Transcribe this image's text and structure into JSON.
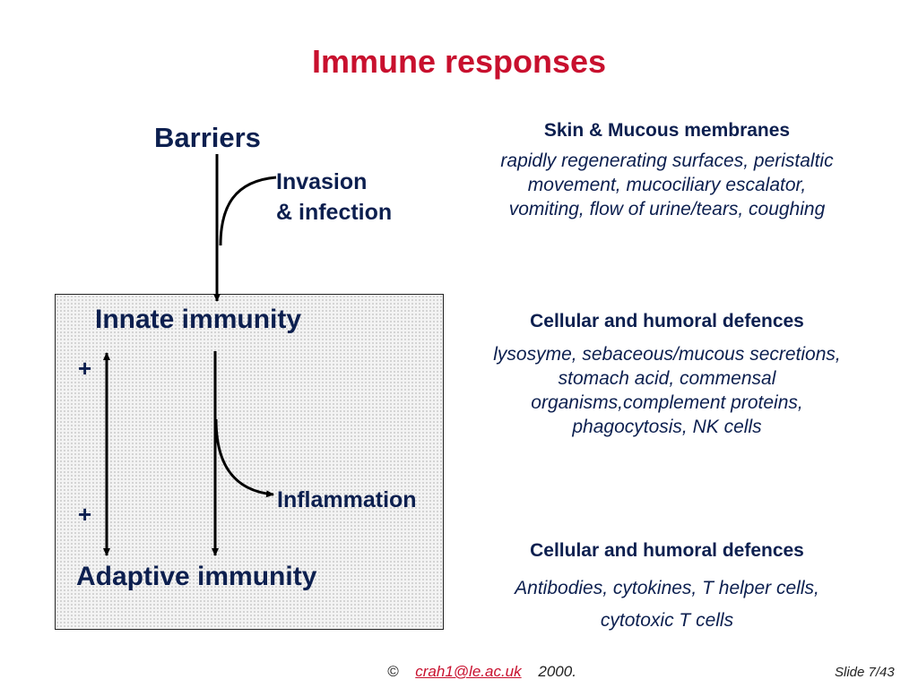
{
  "title": "Immune responses",
  "diagram": {
    "barriers": "Barriers",
    "invasion_line1": "Invasion",
    "invasion_line2": "& infection",
    "innate": "Innate immunity",
    "plus_top": "+",
    "plus_bottom": "+",
    "inflammation": "Inflammation",
    "adaptive": "Adaptive immunity"
  },
  "panels": [
    {
      "heading": "Skin & Mucous membranes",
      "lines": [
        "rapidly regenerating surfaces, peristaltic",
        "movement, mucociliary escalator,",
        "vomiting, flow of urine/tears, coughing"
      ]
    },
    {
      "heading": "Cellular and humoral defences",
      "lines": [
        "lysosyme, sebaceous/mucous secretions,",
        "stomach acid, commensal",
        "organisms,complement proteins,",
        "phagocytosis, NK cells"
      ]
    },
    {
      "heading": "Cellular and humoral defences",
      "lines": [
        "Antibodies, cytokines, T helper cells,",
        "cytotoxic T cells"
      ]
    }
  ],
  "footer": {
    "copyright": "©",
    "email": "crah1@le.ac.uk",
    "year": "2000.",
    "slide": "Slide 7/43"
  },
  "colors": {
    "title": "#c8102e",
    "text": "#0c1f4f",
    "box_fill": "#f3f3f3"
  }
}
